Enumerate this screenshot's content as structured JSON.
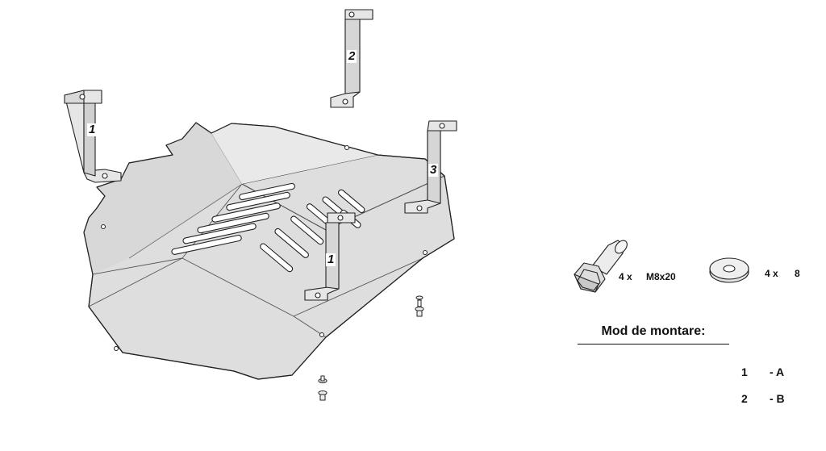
{
  "callouts": {
    "bracket_left": "1",
    "bracket_top": "2",
    "bracket_right": "3",
    "bracket_center": "1"
  },
  "hardware": {
    "bolt": {
      "qty": "4 x",
      "size": "M8x20"
    },
    "washer": {
      "qty": "4 x",
      "size": "8"
    }
  },
  "mounting": {
    "title": "Mod de montare:",
    "rows": [
      {
        "number": "1",
        "label": "- A"
      },
      {
        "number": "2",
        "label": "- B"
      }
    ]
  },
  "colors": {
    "plate_fill": "#dcdcdc",
    "plate_shade": "#e8e8e8",
    "bracket_fill": "#e6e6e6",
    "line": "#222222"
  }
}
